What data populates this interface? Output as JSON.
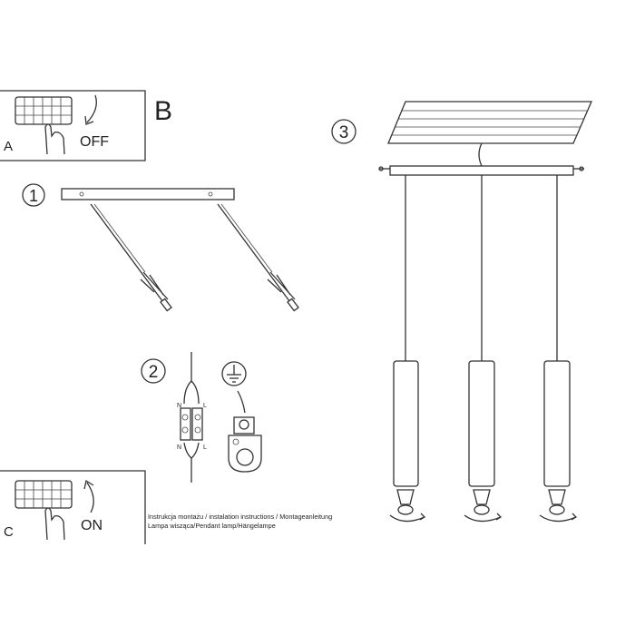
{
  "panel_a": {
    "label": "A",
    "action": "OFF"
  },
  "step_b": {
    "label": "B"
  },
  "step_1": {
    "number": "1"
  },
  "step_2": {
    "number": "2",
    "terminal_labels": [
      "N",
      "L",
      "N",
      "L"
    ]
  },
  "step_3": {
    "number": "3"
  },
  "panel_c": {
    "label": "C",
    "action": "ON"
  },
  "footer": {
    "line1": "Instrukcja montażu / instalation instructions / Montageanleitung",
    "line2": "Lampa wisząca/Pendant lamp/Hängelampe"
  },
  "colors": {
    "line": "#333333",
    "background": "#ffffff"
  }
}
